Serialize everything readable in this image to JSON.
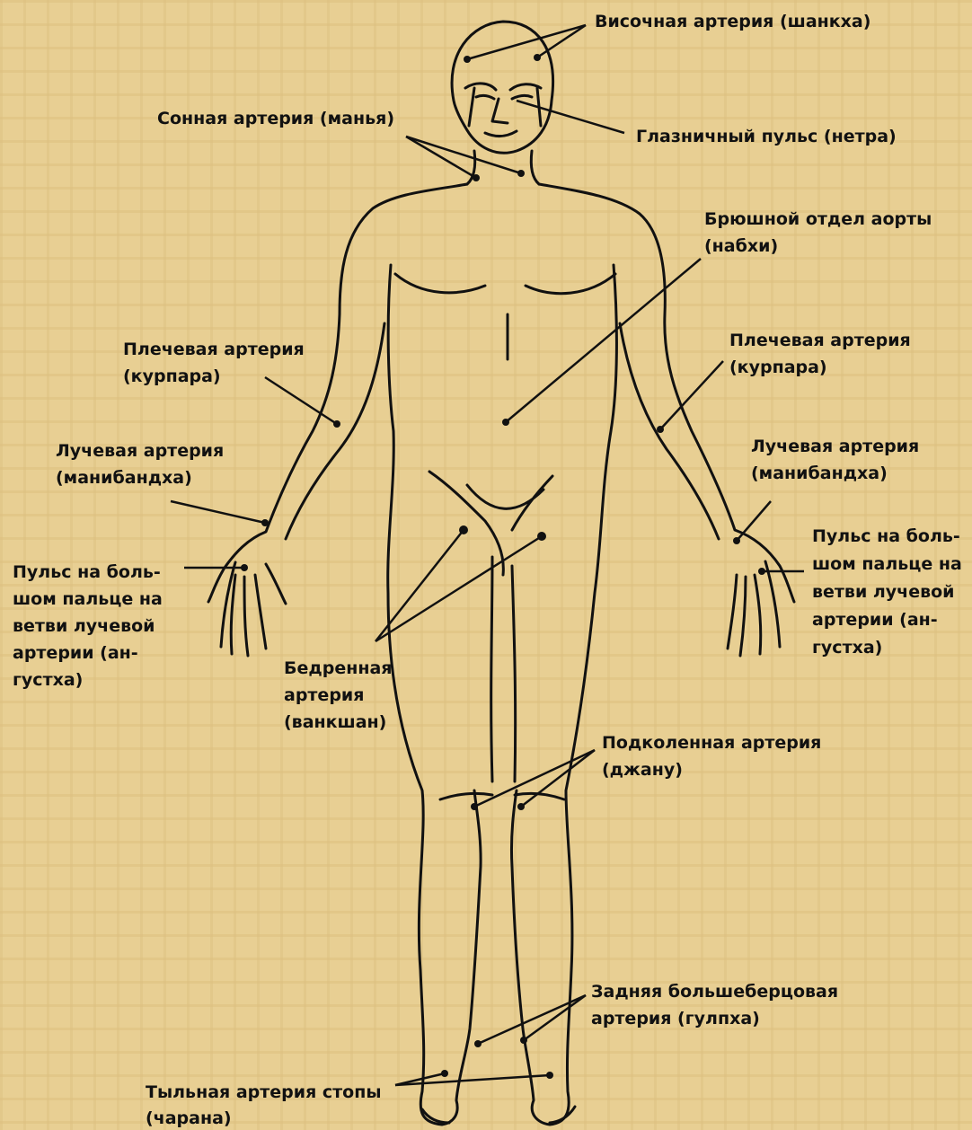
{
  "colors": {
    "background": "#e8cf93",
    "stripe": "#dcc07f",
    "line": "#111111"
  },
  "labels": {
    "temporal": [
      "Височная артерия (шанкха)"
    ],
    "carotid": [
      "Сонная артерия (манья)"
    ],
    "orbital": [
      "Глазничный пульс (нетра)"
    ],
    "aorta": [
      "Брюшной отдел аорты",
      "(набхи)"
    ],
    "brachial_l": [
      "Плечевая артерия",
      "(курпара)"
    ],
    "brachial_r": [
      "Плечевая артерия",
      "(курпара)"
    ],
    "radial_l": [
      "Лучевая артерия",
      "(манибандха)"
    ],
    "radial_r": [
      "Лучевая артерия",
      "(манибандха)"
    ],
    "thumb_l": [
      "Пульс на боль-",
      "шом пальце на",
      "ветви лучевой",
      "артерии (ан-",
      "густха)"
    ],
    "thumb_r": [
      "Пульс на боль-",
      "шом пальце на",
      "ветви лучевой",
      "артерии (ан-",
      "густха)"
    ],
    "femoral": [
      "Бедренная",
      "артерия",
      "(ванкшан)"
    ],
    "popliteal": [
      "Подколенная артерия",
      "(джану)"
    ],
    "tibial": [
      "Задняя большеберцовая",
      "артерия (гулпха)"
    ],
    "dorsalis": [
      "Тыльная артерия стопы",
      "(чарана)"
    ]
  }
}
